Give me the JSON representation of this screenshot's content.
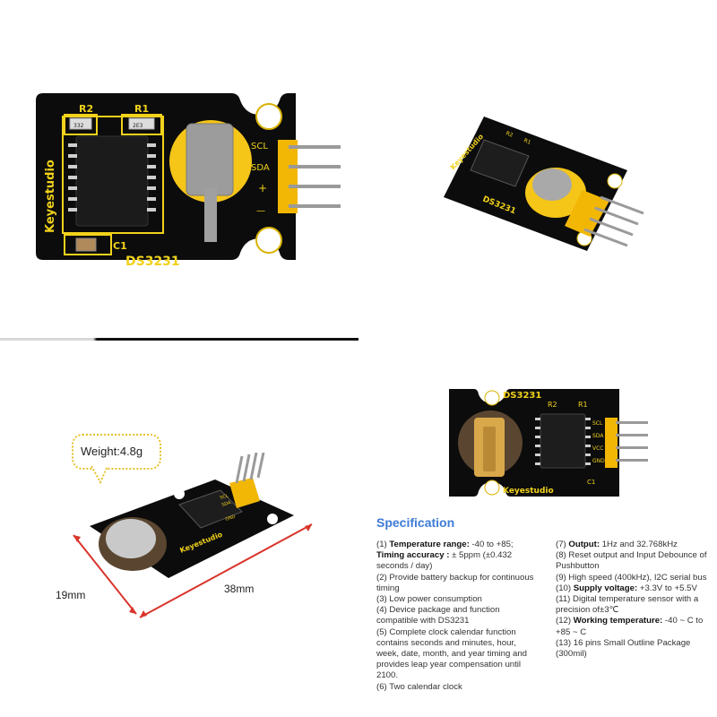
{
  "board_labels": {
    "brand": "Keyestudio",
    "model": "DS3231",
    "r1": "R1",
    "r2": "R2",
    "c1": "C1",
    "r1_code": "2E3",
    "r2_code": "332",
    "pin_scl": "SCL",
    "pin_sda": "SDA",
    "pin_plus": "+",
    "pin_minus": "—",
    "pin_vcc": "VCC",
    "pin_gnd": "GND"
  },
  "weight": {
    "label": "Weight:4.8g"
  },
  "dimensions": {
    "width_label": "19mm",
    "length_label": "38mm"
  },
  "specification": {
    "title": "Specification",
    "left": [
      {
        "num": "(1)",
        "key": "Temperature range:",
        "text": " -40 to +85;"
      },
      {
        "num": "",
        "key": "Timing accuracy :",
        "text": " ± 5ppm (±0.432 seconds / day)"
      },
      {
        "num": "(2)",
        "key": "",
        "text": "Provide battery backup for continuous timing"
      },
      {
        "num": "(3)",
        "key": "",
        "text": "Low power consumption"
      },
      {
        "num": "(4)",
        "key": "",
        "text": "Device package and function compatible with DS3231"
      },
      {
        "num": "(5)",
        "key": "",
        "text": "Complete clock calendar function contains seconds and minutes, hour, week, date, month, and year timing and provides leap year compensation until 2100."
      },
      {
        "num": "(6)",
        "key": "",
        "text": "Two calendar clock"
      }
    ],
    "right": [
      {
        "num": "(7)",
        "key": "Output:",
        "text": " 1Hz and 32.768kHz"
      },
      {
        "num": "(8)",
        "key": "",
        "text": "Reset output and Input Debounce of Pushbutton"
      },
      {
        "num": "(9)",
        "key": "",
        "text": "High speed (400kHz), I2C serial bus"
      },
      {
        "num": "(10)",
        "key": "Supply voltage:",
        "text": " +3.3V to +5.5V"
      },
      {
        "num": "(11)",
        "key": "",
        "text": "Digital temperature sensor with a precision of±3℃"
      },
      {
        "num": "(12)",
        "key": "Working temperature:",
        "text": " -40 ~ C to +85 ~ C"
      },
      {
        "num": "(13)",
        "key": "",
        "text": "16 pins Small Outline Package (300mil)"
      }
    ]
  },
  "colors": {
    "pcb": "#0c0c0c",
    "silk": "#f2d21b",
    "battery": "#f5c518",
    "pin_gold": "#f2b705",
    "pin_metal": "#9a9a9a",
    "accent_blue": "#3d7bd6",
    "dim_red": "#d9342b"
  }
}
